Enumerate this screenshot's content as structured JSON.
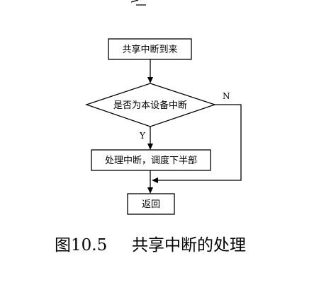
{
  "figure": {
    "caption_number": "图10.5",
    "caption_title": "共享中断的处理"
  },
  "nodes": {
    "start": "共享中断到来",
    "decision": "是否为本设备中断",
    "process": "处理中断，调度下半部",
    "end": "返回"
  },
  "edges": {
    "yes_label": "Y",
    "no_label": "N"
  }
}
